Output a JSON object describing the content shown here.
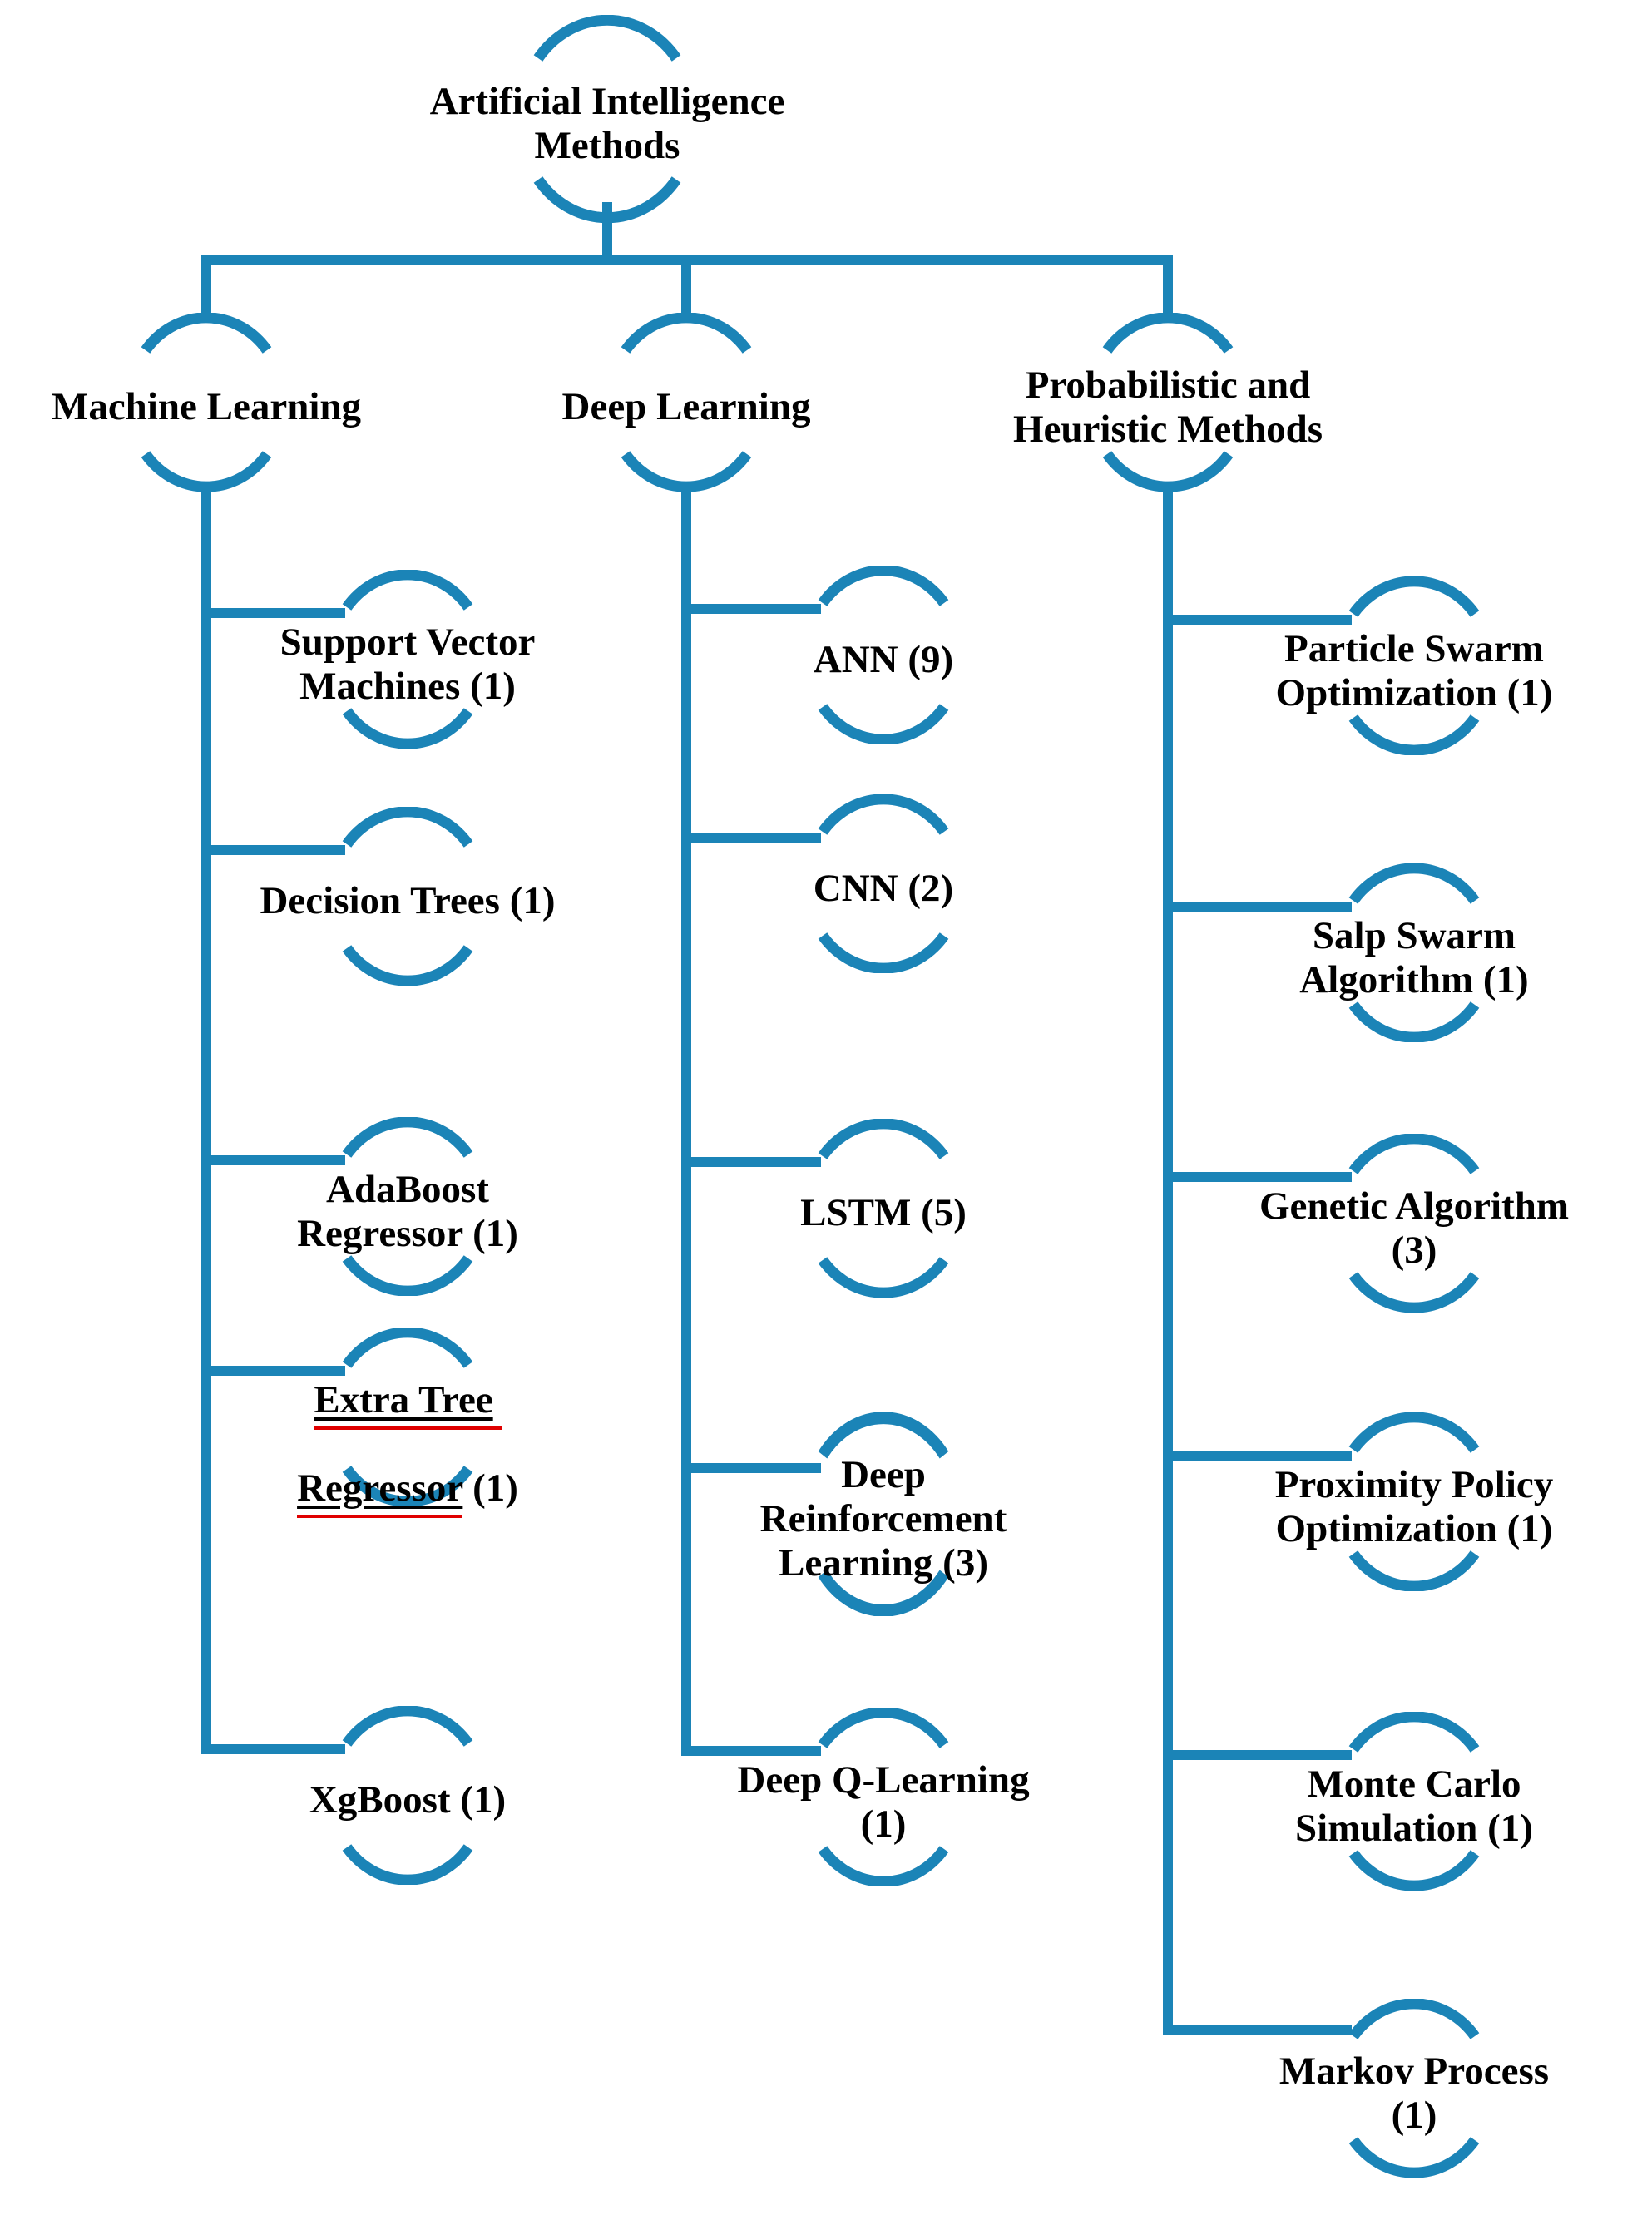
{
  "figure": {
    "root": {
      "label": "Artificial Intelligence\nMethods"
    },
    "branches": [
      {
        "label": "Machine Learning",
        "children": [
          {
            "label": "Support Vector\nMachines (1)"
          },
          {
            "label": "Decision Trees (1)"
          },
          {
            "label": "AdaBoost\nRegressor (1)"
          },
          {
            "label": "Extra Tree\nRegressor (1)",
            "line1_underlined": "Extra Tree",
            "line2_underlined": "Regressor",
            "line2_rest": " (1)"
          },
          {
            "label": "XgBoost (1)"
          }
        ]
      },
      {
        "label": "Deep Learning",
        "children": [
          {
            "label": "ANN (9)"
          },
          {
            "label": "CNN (2)"
          },
          {
            "label": "LSTM (5)"
          },
          {
            "label": "Deep\nReinforcement\nLearning (3)"
          },
          {
            "label": "Deep Q-Learning\n(1)"
          }
        ]
      },
      {
        "label": "Probabilistic and\nHeuristic Methods",
        "children": [
          {
            "label": "Particle Swarm\nOptimization (1)"
          },
          {
            "label": "Salp Swarm\nAlgorithm (1)"
          },
          {
            "label": "Genetic Algorithm\n(3)"
          },
          {
            "label": "Proximity Policy\nOptimization (1)"
          },
          {
            "label": "Monte Carlo\nSimulation (1)"
          },
          {
            "label": "Markov Process\n(1)"
          }
        ]
      }
    ],
    "colors": {
      "line": "#1b84b7",
      "text": "#000000",
      "spellcheck_underline": "#e00000"
    }
  }
}
